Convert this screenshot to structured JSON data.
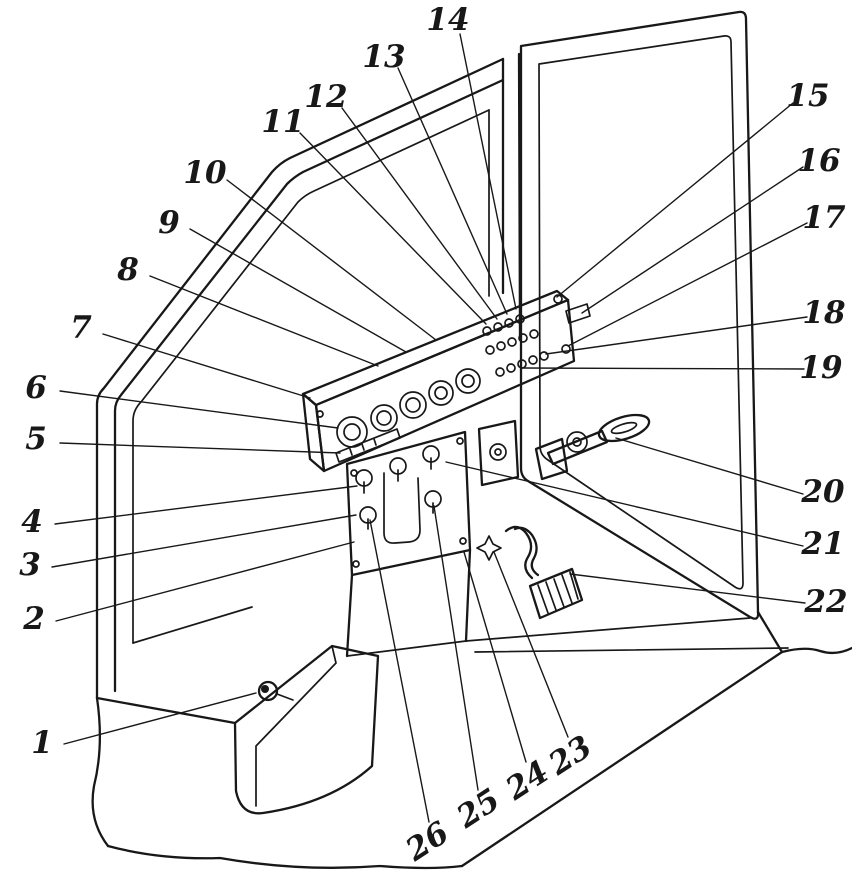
{
  "colors": {
    "ink": "#181818",
    "paper": "#ffffff"
  },
  "callouts": {
    "c1": "1",
    "c2": "2",
    "c3": "3",
    "c4": "4",
    "c5": "5",
    "c6": "6",
    "c7": "7",
    "c8": "8",
    "c9": "9",
    "c10": "10",
    "c11": "11",
    "c12": "12",
    "c13": "13",
    "c14": "14",
    "c15": "15",
    "c16": "16",
    "c17": "17",
    "c18": "18",
    "c19": "19",
    "c20": "20",
    "c21": "21",
    "c22": "22",
    "c23": "23",
    "c24": "24",
    "c25": "25",
    "c26": "26"
  }
}
